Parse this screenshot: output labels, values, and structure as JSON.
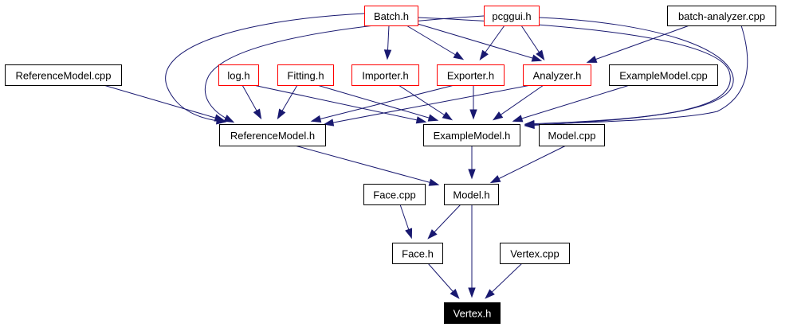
{
  "colors": {
    "edge": "#191970",
    "border_default": "#000000",
    "border_highlight": "#ff0000",
    "fill_default": "#ffffff",
    "fill_focus": "#000000",
    "text_default": "#000000",
    "text_focus": "#ffffff"
  },
  "nodes": [
    {
      "id": "batch_h",
      "label": "Batch.h",
      "style": "highlight"
    },
    {
      "id": "pcggui_h",
      "label": "pcggui.h",
      "style": "highlight"
    },
    {
      "id": "batch_analyzer_cpp",
      "label": "batch-analyzer.cpp",
      "style": "default"
    },
    {
      "id": "reference_model_cpp",
      "label": "ReferenceModel.cpp",
      "style": "default"
    },
    {
      "id": "log_h",
      "label": "log.h",
      "style": "highlight"
    },
    {
      "id": "fitting_h",
      "label": "Fitting.h",
      "style": "highlight"
    },
    {
      "id": "importer_h",
      "label": "Importer.h",
      "style": "highlight"
    },
    {
      "id": "exporter_h",
      "label": "Exporter.h",
      "style": "highlight"
    },
    {
      "id": "analyzer_h",
      "label": "Analyzer.h",
      "style": "highlight"
    },
    {
      "id": "example_model_cpp",
      "label": "ExampleModel.cpp",
      "style": "default"
    },
    {
      "id": "reference_model_h",
      "label": "ReferenceModel.h",
      "style": "default"
    },
    {
      "id": "example_model_h",
      "label": "ExampleModel.h",
      "style": "default"
    },
    {
      "id": "model_cpp",
      "label": "Model.cpp",
      "style": "default"
    },
    {
      "id": "face_cpp",
      "label": "Face.cpp",
      "style": "default"
    },
    {
      "id": "model_h",
      "label": "Model.h",
      "style": "default"
    },
    {
      "id": "face_h",
      "label": "Face.h",
      "style": "default"
    },
    {
      "id": "vertex_cpp",
      "label": "Vertex.cpp",
      "style": "default"
    },
    {
      "id": "vertex_h",
      "label": "Vertex.h",
      "style": "focus"
    }
  ],
  "edges": [
    {
      "from": "batch_h",
      "to": "importer_h"
    },
    {
      "from": "batch_h",
      "to": "exporter_h"
    },
    {
      "from": "batch_h",
      "to": "analyzer_h"
    },
    {
      "from": "batch_h",
      "to": "reference_model_h"
    },
    {
      "from": "batch_h",
      "to": "example_model_h"
    },
    {
      "from": "pcggui_h",
      "to": "exporter_h"
    },
    {
      "from": "pcggui_h",
      "to": "analyzer_h"
    },
    {
      "from": "pcggui_h",
      "to": "reference_model_h"
    },
    {
      "from": "pcggui_h",
      "to": "example_model_h"
    },
    {
      "from": "batch_analyzer_cpp",
      "to": "analyzer_h"
    },
    {
      "from": "batch_analyzer_cpp",
      "to": "example_model_h"
    },
    {
      "from": "reference_model_cpp",
      "to": "reference_model_h"
    },
    {
      "from": "log_h",
      "to": "reference_model_h"
    },
    {
      "from": "log_h",
      "to": "example_model_h"
    },
    {
      "from": "fitting_h",
      "to": "reference_model_h"
    },
    {
      "from": "fitting_h",
      "to": "example_model_h"
    },
    {
      "from": "importer_h",
      "to": "example_model_h"
    },
    {
      "from": "exporter_h",
      "to": "reference_model_h"
    },
    {
      "from": "exporter_h",
      "to": "example_model_h"
    },
    {
      "from": "analyzer_h",
      "to": "reference_model_h"
    },
    {
      "from": "analyzer_h",
      "to": "example_model_h"
    },
    {
      "from": "example_model_cpp",
      "to": "example_model_h"
    },
    {
      "from": "reference_model_h",
      "to": "model_h"
    },
    {
      "from": "example_model_h",
      "to": "model_h"
    },
    {
      "from": "model_cpp",
      "to": "model_h"
    },
    {
      "from": "face_cpp",
      "to": "face_h"
    },
    {
      "from": "model_h",
      "to": "face_h"
    },
    {
      "from": "model_h",
      "to": "vertex_h"
    },
    {
      "from": "face_h",
      "to": "vertex_h"
    },
    {
      "from": "vertex_cpp",
      "to": "vertex_h"
    }
  ]
}
